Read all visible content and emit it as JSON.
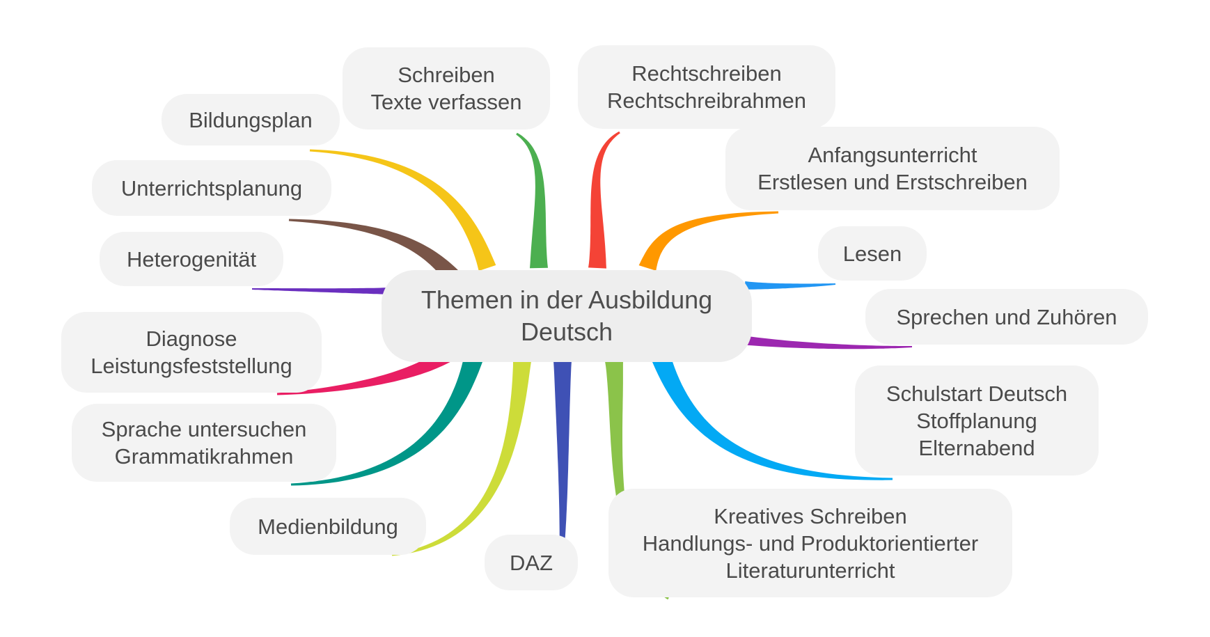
{
  "center": {
    "line1": "Themen in der Ausbildung",
    "line2": "Deutsch"
  },
  "topics": {
    "bildungsplan": {
      "lines": [
        "Bildungsplan"
      ],
      "color": "#f5c518"
    },
    "schreiben": {
      "lines": [
        "Schreiben",
        "Texte verfassen"
      ],
      "color": "#4caf50"
    },
    "rechtschreiben": {
      "lines": [
        "Rechtschreiben",
        "Rechtschreibrahmen"
      ],
      "color": "#f44336"
    },
    "anfangsunterricht": {
      "lines": [
        "Anfangsunterricht",
        "Erstlesen und Erstschreiben"
      ],
      "color": "#ff9800"
    },
    "unterrichtsplanung": {
      "lines": [
        "Unterrichtsplanung"
      ],
      "color": "#795548"
    },
    "lesen": {
      "lines": [
        "Lesen"
      ],
      "color": "#2196f3"
    },
    "heterogenitaet": {
      "lines": [
        "Heterogenität"
      ],
      "color": "#6a2fbf"
    },
    "sprechen": {
      "lines": [
        "Sprechen und Zuhören"
      ],
      "color": "#9c27b0"
    },
    "diagnose": {
      "lines": [
        "Diagnose",
        "Leistungsfeststellung"
      ],
      "color": "#e91e63"
    },
    "schulstart": {
      "lines": [
        "Schulstart Deutsch",
        "Stoffplanung",
        "Elternabend"
      ],
      "color": "#03a9f4"
    },
    "sprache": {
      "lines": [
        "Sprache untersuchen",
        "Grammatikrahmen"
      ],
      "color": "#009688"
    },
    "medienbildung": {
      "lines": [
        "Medienbildung"
      ],
      "color": "#cddc39"
    },
    "daz": {
      "lines": [
        "DAZ"
      ],
      "color": "#3f51b5"
    },
    "kreatives": {
      "lines": [
        "Kreatives Schreiben",
        "Handlungs- und Produktorientierter",
        "Literaturunterricht"
      ],
      "color": "#8bc34a"
    }
  }
}
